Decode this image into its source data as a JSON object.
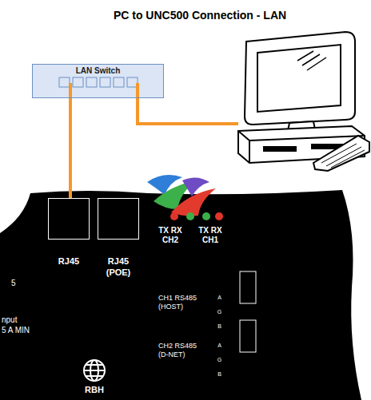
{
  "diagram": {
    "title": "PC to UNC500 Connection - LAN",
    "nodes": [
      {
        "text": [
          "LAN Switch"
        ]
      },
      {
        "text": [
          "RJ45"
        ]
      },
      {
        "text": [
          "RJ45 (POE)"
        ]
      }
    ],
    "edges": [
      {
        "from": 0,
        "to": 1,
        "arrow": "none"
      }
    ],
    "labels": [
      "TX RX CH2",
      "TX RX CH1",
      "CH1 RS485 (HOST)",
      "A G B",
      "CH2 RS485 (D-NET)",
      "A G B",
      "5",
      "nput",
      "5 A MIN",
      "RBH"
    ]
  }
}
